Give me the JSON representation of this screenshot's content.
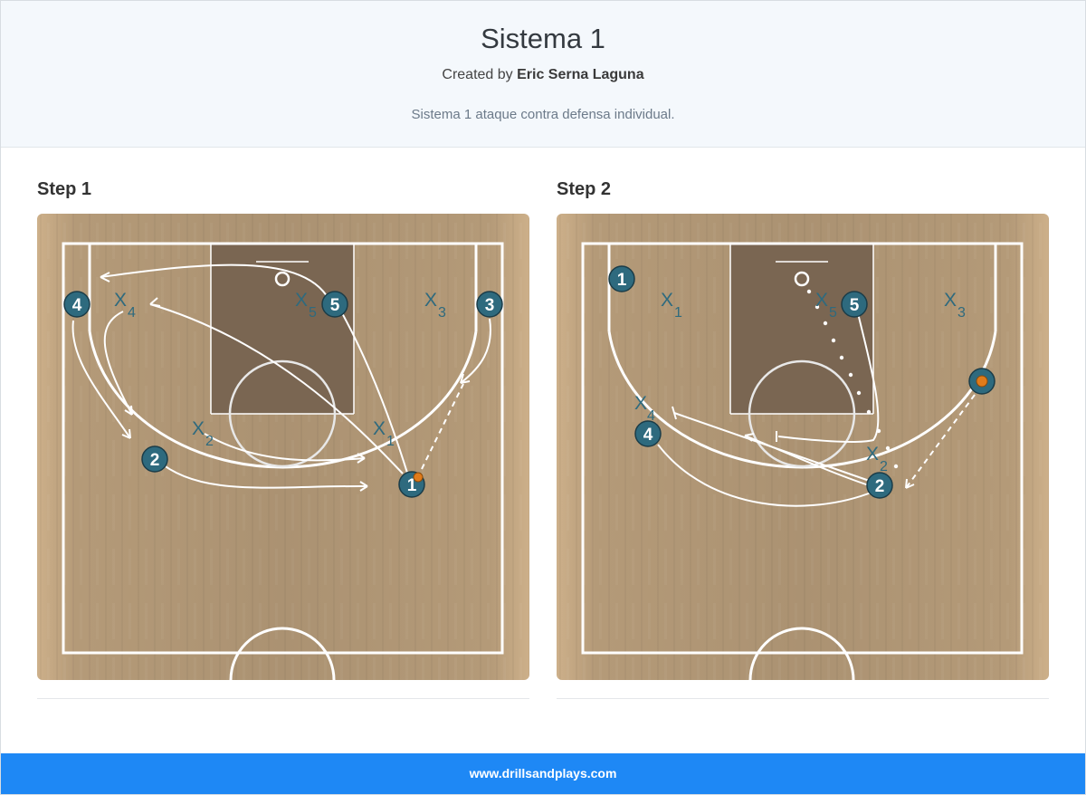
{
  "header": {
    "title": "Sistema 1",
    "created_prefix": "Created by ",
    "author": "Eric Serna Laguna",
    "description": "Sistema 1 ataque contra defensa individual."
  },
  "steps": [
    {
      "title": "Step 1",
      "players": [
        "4",
        "2",
        "5",
        "3",
        "1"
      ],
      "defenders": [
        {
          "letter": "X",
          "number": "4"
        },
        {
          "letter": "X",
          "number": "5"
        },
        {
          "letter": "X",
          "number": "3"
        },
        {
          "letter": "X",
          "number": "2"
        },
        {
          "letter": "X",
          "number": "1"
        }
      ]
    },
    {
      "title": "Step 2",
      "players": [
        "1",
        "5",
        "4",
        "2"
      ],
      "defenders": [
        {
          "letter": "X",
          "number": "1"
        },
        {
          "letter": "X",
          "number": "5"
        },
        {
          "letter": "X",
          "number": "3"
        },
        {
          "letter": "X",
          "number": "4"
        },
        {
          "letter": "X",
          "number": "2"
        }
      ]
    }
  ],
  "footer": {
    "site": "www.drillsandplays.com"
  },
  "colors": {
    "player_fill": "#2e6a7e",
    "defender_text": "#2e6a7e",
    "paint": "#7a6652",
    "footer": "#1e88f5"
  }
}
